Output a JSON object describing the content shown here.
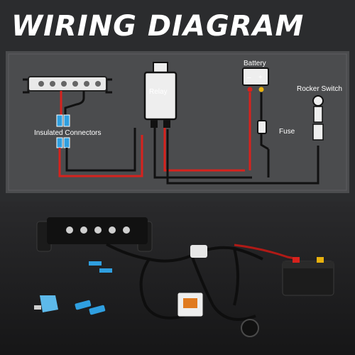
{
  "title": "WIRING DIAGRAM",
  "labels": {
    "relay": "Relay",
    "battery": "Battery",
    "battery_minus": "–",
    "battery_plus": "+",
    "fuse": "Fuse",
    "rocker_switch": "Rocker Switch",
    "insulated_connectors": "Insulated Connectors"
  },
  "colors": {
    "wire_red": "#d7221d",
    "wire_black": "#111111",
    "panel_bg": "#4b4c4e",
    "connector_blue": "#2f9fe0"
  }
}
